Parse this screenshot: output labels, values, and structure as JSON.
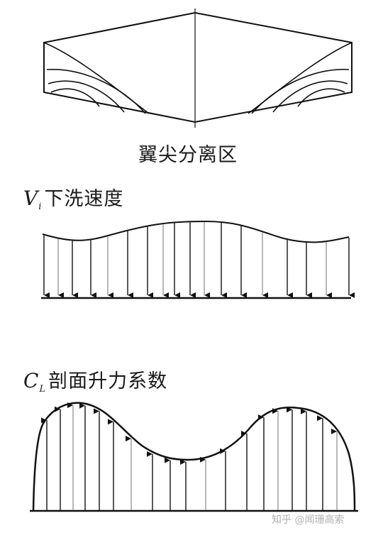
{
  "labels": {
    "wing_tip_separation": "翼尖分离区",
    "downwash_symbol": "V",
    "downwash_subscript": "i",
    "downwash_text": "下洗速度",
    "lift_symbol": "C",
    "lift_subscript": "L",
    "lift_text": "剖面升力系数"
  },
  "watermark": "知乎 @闻珊高索",
  "colors": {
    "line": "#111111",
    "arrow_gray": "#9a9a9a"
  }
}
